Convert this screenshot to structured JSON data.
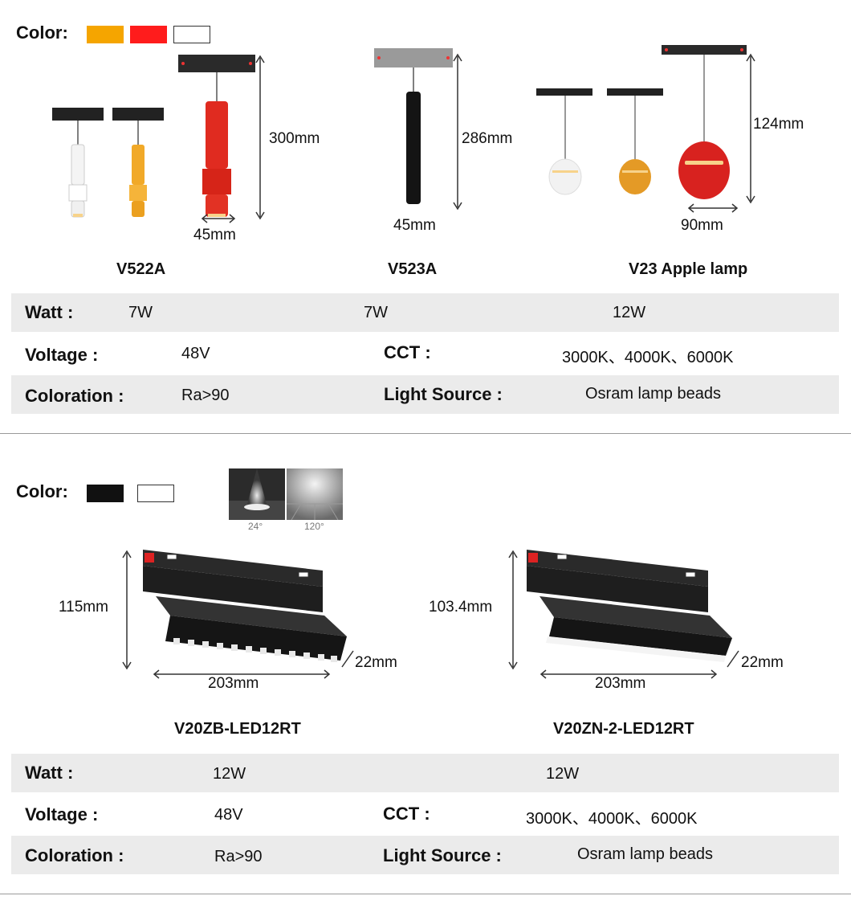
{
  "section1": {
    "color_label": "Color:",
    "colors": [
      "#f5a500",
      "#ff1c1c",
      "#ffffff"
    ],
    "dims": {
      "v522a_height": "300mm",
      "v522a_width": "45mm",
      "v523a_height": "286mm",
      "v523a_width": "45mm",
      "v23_height": "124mm",
      "v23_width": "90mm"
    },
    "models": [
      "V522A",
      "V523A",
      "V23 Apple lamp"
    ],
    "specs": {
      "watt_label": "Watt :",
      "watt_values": [
        "7W",
        "7W",
        "12W"
      ],
      "voltage_label": "Voltage :",
      "voltage_value": "48V",
      "cct_label": "CCT :",
      "cct_value": "3000K、4000K、6000K",
      "coloration_label": "Coloration :",
      "coloration_value": "Ra>90",
      "light_source_label": "Light Source :",
      "light_source_value": "Osram lamp beads"
    }
  },
  "section2": {
    "color_label": "Color:",
    "colors": [
      "#111111",
      "#ffffff"
    ],
    "beam_angles": [
      "24°",
      "120°"
    ],
    "dims": {
      "zb_height": "115mm",
      "zb_width": "203mm",
      "zb_depth": "22mm",
      "zn_height": "103.4mm",
      "zn_width": "203mm",
      "zn_depth": "22mm"
    },
    "models": [
      "V20ZB-LED12RT",
      "V20ZN-2-LED12RT"
    ],
    "specs": {
      "watt_label": "Watt :",
      "watt_values": [
        "12W",
        "12W"
      ],
      "voltage_label": "Voltage :",
      "voltage_value": "48V",
      "cct_label": "CCT :",
      "cct_value": "3000K、4000K、6000K",
      "coloration_label": "Coloration :",
      "coloration_value": "Ra>90",
      "light_source_label": "Light Source :",
      "light_source_value": "Osram lamp beads"
    }
  }
}
